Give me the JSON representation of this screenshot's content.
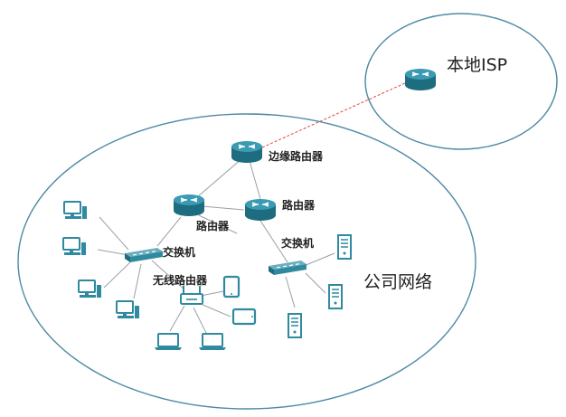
{
  "labels": {
    "isp": "本地ISP",
    "edge_router": "边缘路由器",
    "router_left": "路由器",
    "router_right": "路由器",
    "switch_left": "交换机",
    "switch_right": "交换机",
    "wireless_router": "无线路由器",
    "company_network": "公司网络"
  },
  "colors": {
    "device": "#2f8aa0",
    "device_dark": "#1e6c80",
    "zone_border": "#4e8aa4",
    "wan_link": "#e0483e",
    "link": "#9aa0a6"
  },
  "icons": {
    "router": "router-icon",
    "switch": "switch-icon",
    "desktop": "desktop-pc-icon",
    "laptop": "laptop-icon",
    "tablet": "tablet-icon",
    "server": "server-icon",
    "wireless_router": "wireless-router-icon"
  }
}
